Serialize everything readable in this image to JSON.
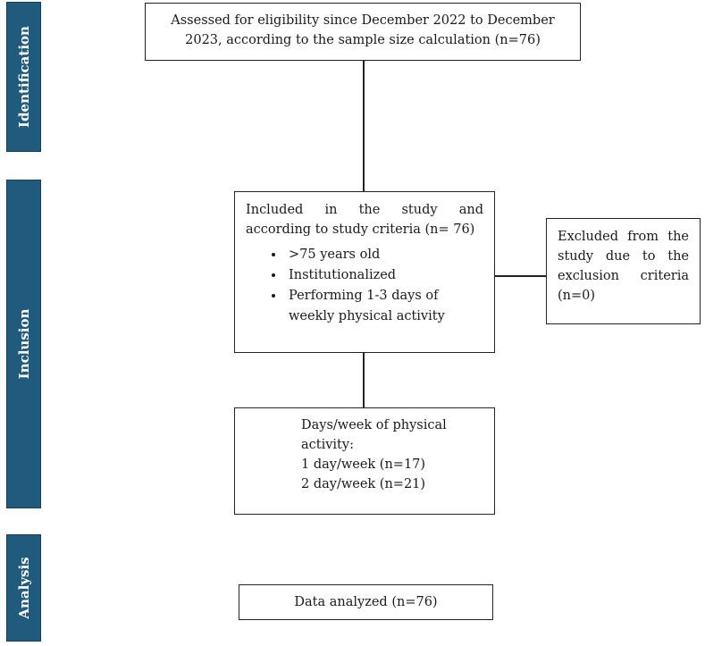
{
  "sections": {
    "identification": "Identification",
    "inclusion": "Inclusion",
    "analysis": "Analysis"
  },
  "assessed_box": {
    "line1": "Assessed for eligibility since December 2022 to December",
    "line2": "2023, according to the sample size calculation (n=76)"
  },
  "included_box": {
    "line1": "Included in the study and",
    "line2": "according to study criteria (n= 76)",
    "criteria": [
      ">75 years old",
      "Institutionalized",
      "Performing 1-3 days of",
      "weekly physical activity"
    ]
  },
  "excluded_box": {
    "line1": "Excluded from the",
    "line2": "study due to the",
    "line3": "exclusion criteria",
    "line4": "(n=0)"
  },
  "days_box": {
    "line1": "Days/week of physical",
    "line2": "activity:",
    "line3": "1 day/week (n=17)",
    "line4": "2 day/week (n=21)"
  },
  "analyzed_box": {
    "text": "Data analyzed (n=76)"
  },
  "colors": {
    "side_bar": "#205a7d",
    "side_text": "#ffffff",
    "box_border": "#222222"
  }
}
